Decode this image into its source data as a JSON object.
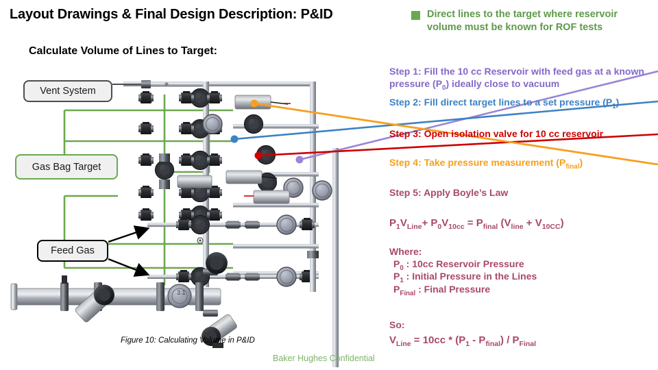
{
  "slide": {
    "title": "Layout Drawings & Final Design Description: P&ID",
    "subtitle": "Calculate Volume of Lines to Target:",
    "figure_caption": "Figure 10: Calculating Volume in P&ID",
    "footer": "Baker Hughes Confidential"
  },
  "legend": {
    "swatch_color": "#6AA84F",
    "text": "Direct lines to the target where reservoir volume must be known for ROF tests"
  },
  "steps": [
    {
      "id": "step-1",
      "color": "#8468C8",
      "label": "Step 1:",
      "text_part1": "Fill the 10 cc Reservoir with feed gas at a known pressure (P",
      "sub1": "0",
      "text_part2": ") ideally close to vacuum"
    },
    {
      "id": "step-2",
      "color": "#3C82C4",
      "label": "Step 2:",
      "text_part1": "Fill direct target lines to a set pressure (P",
      "sub1": "1",
      "text_part2": ")"
    },
    {
      "id": "step-3",
      "color": "#CC0000",
      "label": "Step 3:",
      "text_part1": "Open isolation valve for 10 cc reservoir",
      "sub1": "",
      "text_part2": ""
    },
    {
      "id": "step-4",
      "color": "#F5A01E",
      "label": "Step 4:",
      "text_part1": "Take pressure measurement (P",
      "sub1": "final",
      "text_part2": ")"
    },
    {
      "id": "step-5",
      "color": "#A8486B",
      "label": "Step 5:",
      "text_part1": "Apply Boyle’s Law",
      "sub1": "",
      "text_part2": ""
    }
  ],
  "formula": {
    "boyle": {
      "p1": "P",
      "p1_sub": "1",
      "v_line": "V",
      "v_line_sub": "Line",
      "plus": "+ ",
      "p0": "P",
      "p0_sub": "0",
      "v10": "V",
      "v10_sub": "10cc",
      "eq": " = ",
      "pf": "P",
      "pf_sub": "final",
      "open": " (V",
      "vline2_sub": "line",
      "plus2": " + V",
      "v10cc2_sub": "10CC",
      "close": ")"
    },
    "where_label": "Where:",
    "where_items": [
      {
        "sym": "P",
        "sub": "0",
        "desc": " : 10cc Reservoir Pressure"
      },
      {
        "sym": "P",
        "sub": "1",
        "desc": " : Initial Pressure in the Lines"
      },
      {
        "sym": "P",
        "sub": "Final",
        "desc": " : Final Pressure"
      }
    ],
    "so_label": "So:",
    "so_result": {
      "v": "V",
      "v_sub": "Line",
      "eq": " = 10cc * (P",
      "p1_sub": "1",
      "minus": " - P",
      "pf_sub": "final",
      "close": ") / P",
      "pfinal_sub": "Final"
    }
  },
  "diagram": {
    "boxes": [
      {
        "id": "vent-box",
        "label": "Vent System",
        "border_color": "#4D4D4D"
      },
      {
        "id": "gasbag-box",
        "label": "Gas Bag Target",
        "border_color": "#6AA84F"
      },
      {
        "id": "feed-box",
        "label": "Feed Gas",
        "border_color": "#000000"
      }
    ],
    "colors": {
      "green_line": "#6AA84F",
      "pipe_gray": "#9BA0A8",
      "pipe_dark": "#4A4E55",
      "valve_body": "#3C3F44"
    },
    "callout_lines": [
      {
        "name": "step-1-leader",
        "color": "#9A85D6",
        "from": [
          960,
          110
        ],
        "to": [
          437,
          233
        ]
      },
      {
        "name": "step-2-leader",
        "color": "#3C82C4",
        "from": [
          960,
          150
        ],
        "to": [
          342,
          203
        ]
      },
      {
        "name": "step-3-leader",
        "color": "#CC0000",
        "from": [
          960,
          197
        ],
        "to": [
          377,
          227
        ]
      },
      {
        "name": "step-4-leader",
        "color": "#F5A01E",
        "from": [
          960,
          238
        ],
        "to": [
          371,
          151
        ]
      }
    ]
  }
}
